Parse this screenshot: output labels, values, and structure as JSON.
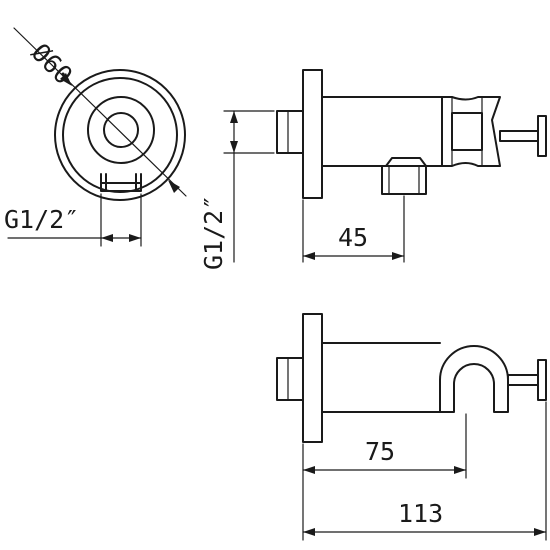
{
  "dimensions": {
    "diameter": "Ø60",
    "thread_front": "G1/2″",
    "thread_side": "G1/2″",
    "spout_length": "45",
    "holder_length": "75",
    "total_length": "113"
  }
}
